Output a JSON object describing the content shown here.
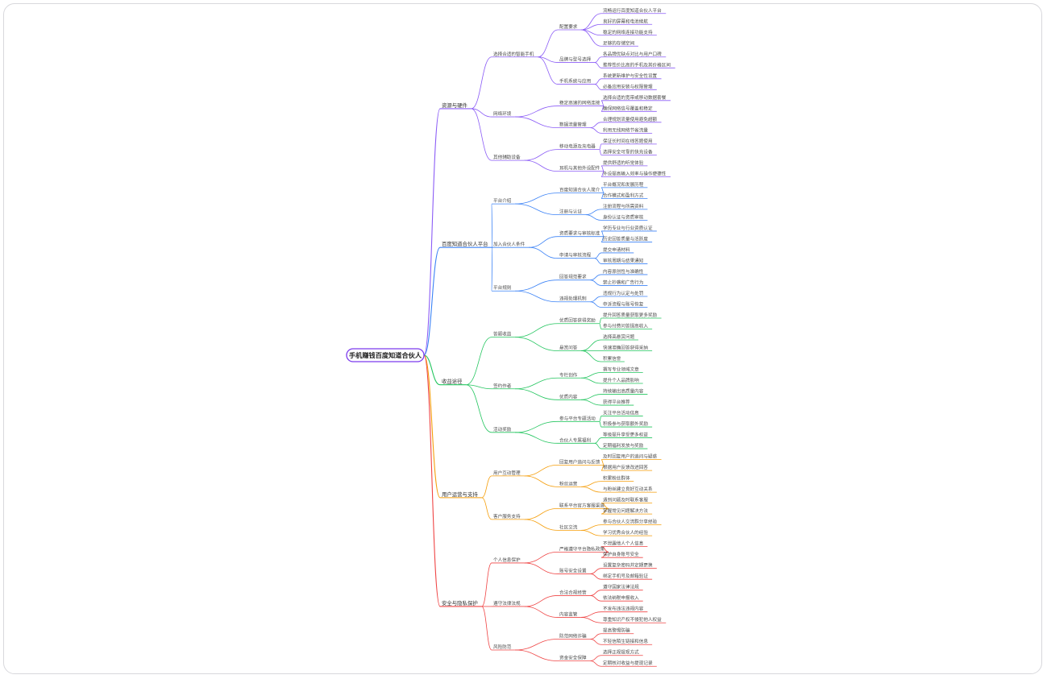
{
  "colors": {
    "root_border": "#7c3aed",
    "branches": [
      "#8b5cf6",
      "#3b82f6",
      "#22c55e",
      "#f59e0b",
      "#ef4444"
    ]
  },
  "mindmap": {
    "root": "手机赚钱百度知道合伙人",
    "branches": [
      {
        "label": "资源与硬件",
        "children": [
          {
            "label": "选择合适的智能手机",
            "children": [
              {
                "label": "配置要求",
                "children": [
                  {
                    "label": "流畅运行百度知道合伙人平台"
                  },
                  {
                    "label": "良好的屏幕和电池续航"
                  },
                  {
                    "label": "稳定的网络连接功能支持"
                  },
                  {
                    "label": "足够的存储空间"
                  }
                ]
              },
              {
                "label": "品牌与型号选择",
                "children": [
                  {
                    "label": "各品牌优缺点对比与用户口碑"
                  },
                  {
                    "label": "推荐性价比高的手机及其价格区间"
                  }
                ]
              },
              {
                "label": "手机系统与应用",
                "children": [
                  {
                    "label": "系统更新维护与安全性设置"
                  },
                  {
                    "label": "必备应用安装与权限管理"
                  }
                ]
              }
            ]
          },
          {
            "label": "网络环境",
            "children": [
              {
                "label": "稳定高速的网络连接",
                "children": [
                  {
                    "label": "选择合适的宽带或移动数据套餐"
                  },
                  {
                    "label": "确保网络信号覆盖和稳定"
                  }
                ]
              },
              {
                "label": "数据流量管理",
                "children": [
                  {
                    "label": "合理规划流量使用避免超额"
                  },
                  {
                    "label": "利用无线网络节省流量"
                  }
                ]
              }
            ]
          },
          {
            "label": "其他辅助设备",
            "children": [
              {
                "label": "移动电源及充电器",
                "children": [
                  {
                    "label": "保证长时间在线答题使用"
                  },
                  {
                    "label": "选择安全可靠的快充设备"
                  }
                ]
              },
              {
                "label": "耳机与其他外设配件",
                "children": [
                  {
                    "label": "提供舒适的听觉体验"
                  },
                  {
                    "label": "外设提高输入效率与操作便捷性"
                  }
                ]
              }
            ]
          }
        ]
      },
      {
        "label": "百度知道合伙人平台",
        "children": [
          {
            "label": "平台介绍",
            "children": [
              {
                "label": "百度知道合伙人简介",
                "children": [
                  {
                    "label": "平台概况和发展历程"
                  },
                  {
                    "label": "合作模式和盈利方式"
                  }
                ]
              },
              {
                "label": "注册与认证",
                "children": [
                  {
                    "label": "注册流程与所需资料"
                  },
                  {
                    "label": "身份认证与资质审核"
                  }
                ]
              }
            ]
          },
          {
            "label": "加入合伙人条件",
            "children": [
              {
                "label": "资质要求与审核标准",
                "children": [
                  {
                    "label": "学历专业与行业资质认证"
                  },
                  {
                    "label": "历史回答质量与活跃度"
                  }
                ]
              },
              {
                "label": "申请与审核流程",
                "children": [
                  {
                    "label": "提交申请材料"
                  },
                  {
                    "label": "审核周期与结果通知"
                  }
                ]
              }
            ]
          },
          {
            "label": "平台规则",
            "children": [
              {
                "label": "回答规范要求",
                "children": [
                  {
                    "label": "内容原创性与准确性"
                  },
                  {
                    "label": "禁止抄袭和广告行为"
                  }
                ]
              },
              {
                "label": "违规处理机制",
                "children": [
                  {
                    "label": "违规行为认定与处罚"
                  },
                  {
                    "label": "申诉流程与账号恢复"
                  }
                ]
              }
            ]
          }
        ]
      },
      {
        "label": "收益途径",
        "children": [
          {
            "label": "答题收益",
            "children": [
              {
                "label": "优质回答获得奖励",
                "children": [
                  {
                    "label": "提升回答质量获取更多奖励"
                  },
                  {
                    "label": "参与付费问答提高收入"
                  }
                ]
              },
              {
                "label": "悬赏问答",
                "children": [
                  {
                    "label": "选择高悬赏问题"
                  },
                  {
                    "label": "快速准确回答获得采纳"
                  },
                  {
                    "label": "积累信誉"
                  }
                ]
              }
            ]
          },
          {
            "label": "签约作者",
            "children": [
              {
                "label": "专栏创作",
                "children": [
                  {
                    "label": "撰写专业领域文章"
                  },
                  {
                    "label": "提升个人品牌影响"
                  }
                ]
              },
              {
                "label": "优质内容",
                "children": [
                  {
                    "label": "持续输出高质量内容"
                  },
                  {
                    "label": "获得平台推荐"
                  }
                ]
              }
            ]
          },
          {
            "label": "活动奖励",
            "children": [
              {
                "label": "参与平台专题活动",
                "children": [
                  {
                    "label": "关注平台活动信息"
                  },
                  {
                    "label": "积极参与获取额外奖励"
                  }
                ]
              },
              {
                "label": "合伙人专属福利",
                "children": [
                  {
                    "label": "等级提升享受更多权益"
                  },
                  {
                    "label": "定期福利发放与奖励"
                  }
                ]
              }
            ]
          }
        ]
      },
      {
        "label": "用户运营与支持",
        "children": [
          {
            "label": "用户互动管理",
            "children": [
              {
                "label": "回复用户追问与反馈",
                "children": [
                  {
                    "label": "及时回复用户的追问与疑惑"
                  },
                  {
                    "label": "根据用户反馈改进回答"
                  }
                ]
              },
              {
                "label": "粉丝运营",
                "children": [
                  {
                    "label": "积累粉丝群体"
                  },
                  {
                    "label": "与粉丝建立良好互动关系"
                  }
                ]
              }
            ]
          },
          {
            "label": "客户服务支持",
            "children": [
              {
                "label": "联系平台官方客服渠道",
                "children": [
                  {
                    "label": "遇到问题及时联系客服"
                  },
                  {
                    "label": "掌握常见问题解决方法"
                  }
                ]
              },
              {
                "label": "社区交流",
                "children": [
                  {
                    "label": "参与合伙人交流群分享经验"
                  },
                  {
                    "label": "学习优秀合伙人的经验"
                  }
                ]
              }
            ]
          }
        ]
      },
      {
        "label": "安全与隐私保护",
        "children": [
          {
            "label": "个人信息保护",
            "children": [
              {
                "label": "严格遵守平台隐私政策",
                "children": [
                  {
                    "label": "不泄露他人个人信息"
                  },
                  {
                    "label": "保护自身账号安全"
                  }
                ]
              },
              {
                "label": "账号安全设置",
                "children": [
                  {
                    "label": "设置复杂密码并定期更换"
                  },
                  {
                    "label": "绑定手机号及邮箱验证"
                  }
                ]
              }
            ]
          },
          {
            "label": "遵守法律法规",
            "children": [
              {
                "label": "合法合规经营",
                "children": [
                  {
                    "label": "遵守国家法律法规"
                  },
                  {
                    "label": "依法纳税申报收入"
                  }
                ]
              },
              {
                "label": "内容监管",
                "children": [
                  {
                    "label": "不发布违法违规内容"
                  },
                  {
                    "label": "尊重知识产权不侵犯他人权益"
                  }
                ]
              }
            ]
          },
          {
            "label": "风险防范",
            "children": [
              {
                "label": "防范网络诈骗",
                "children": [
                  {
                    "label": "提高警惕防骗"
                  },
                  {
                    "label": "不轻信陌生链接和信息"
                  }
                ]
              },
              {
                "label": "资金安全保障",
                "children": [
                  {
                    "label": "选择正规提现方式"
                  },
                  {
                    "label": "定期核对收益与提现记录"
                  }
                ]
              }
            ]
          }
        ]
      }
    ]
  }
}
